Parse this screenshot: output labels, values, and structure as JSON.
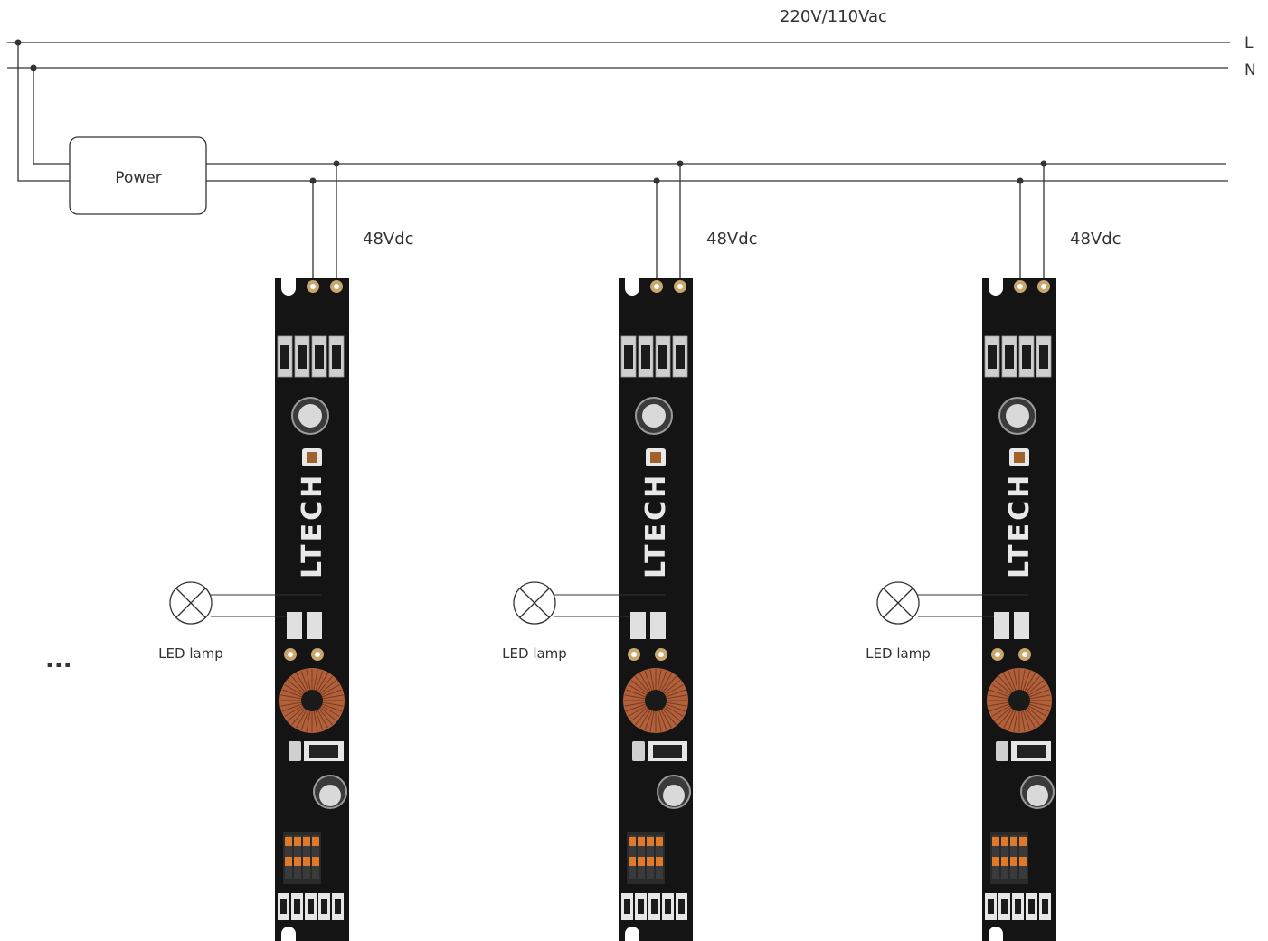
{
  "supply": {
    "voltage_label": "220V/110Vac",
    "line_label": "L",
    "neutral_label": "N"
  },
  "power_supply": {
    "label": "Power"
  },
  "modules": [
    {
      "output_label": "48Vdc",
      "lamp_label": "LED lamp",
      "board_logo": "LTECH"
    },
    {
      "output_label": "48Vdc",
      "lamp_label": "LED lamp",
      "board_logo": "LTECH"
    },
    {
      "output_label": "48Vdc",
      "lamp_label": "LED lamp",
      "board_logo": "LTECH"
    }
  ],
  "continuation": "...",
  "colors": {
    "wire": "#333333",
    "pcb": "#141414",
    "silkscreen": "#e8e8e8",
    "copper_coil": "#b0603a",
    "dip_switch": "#e07a2a"
  }
}
